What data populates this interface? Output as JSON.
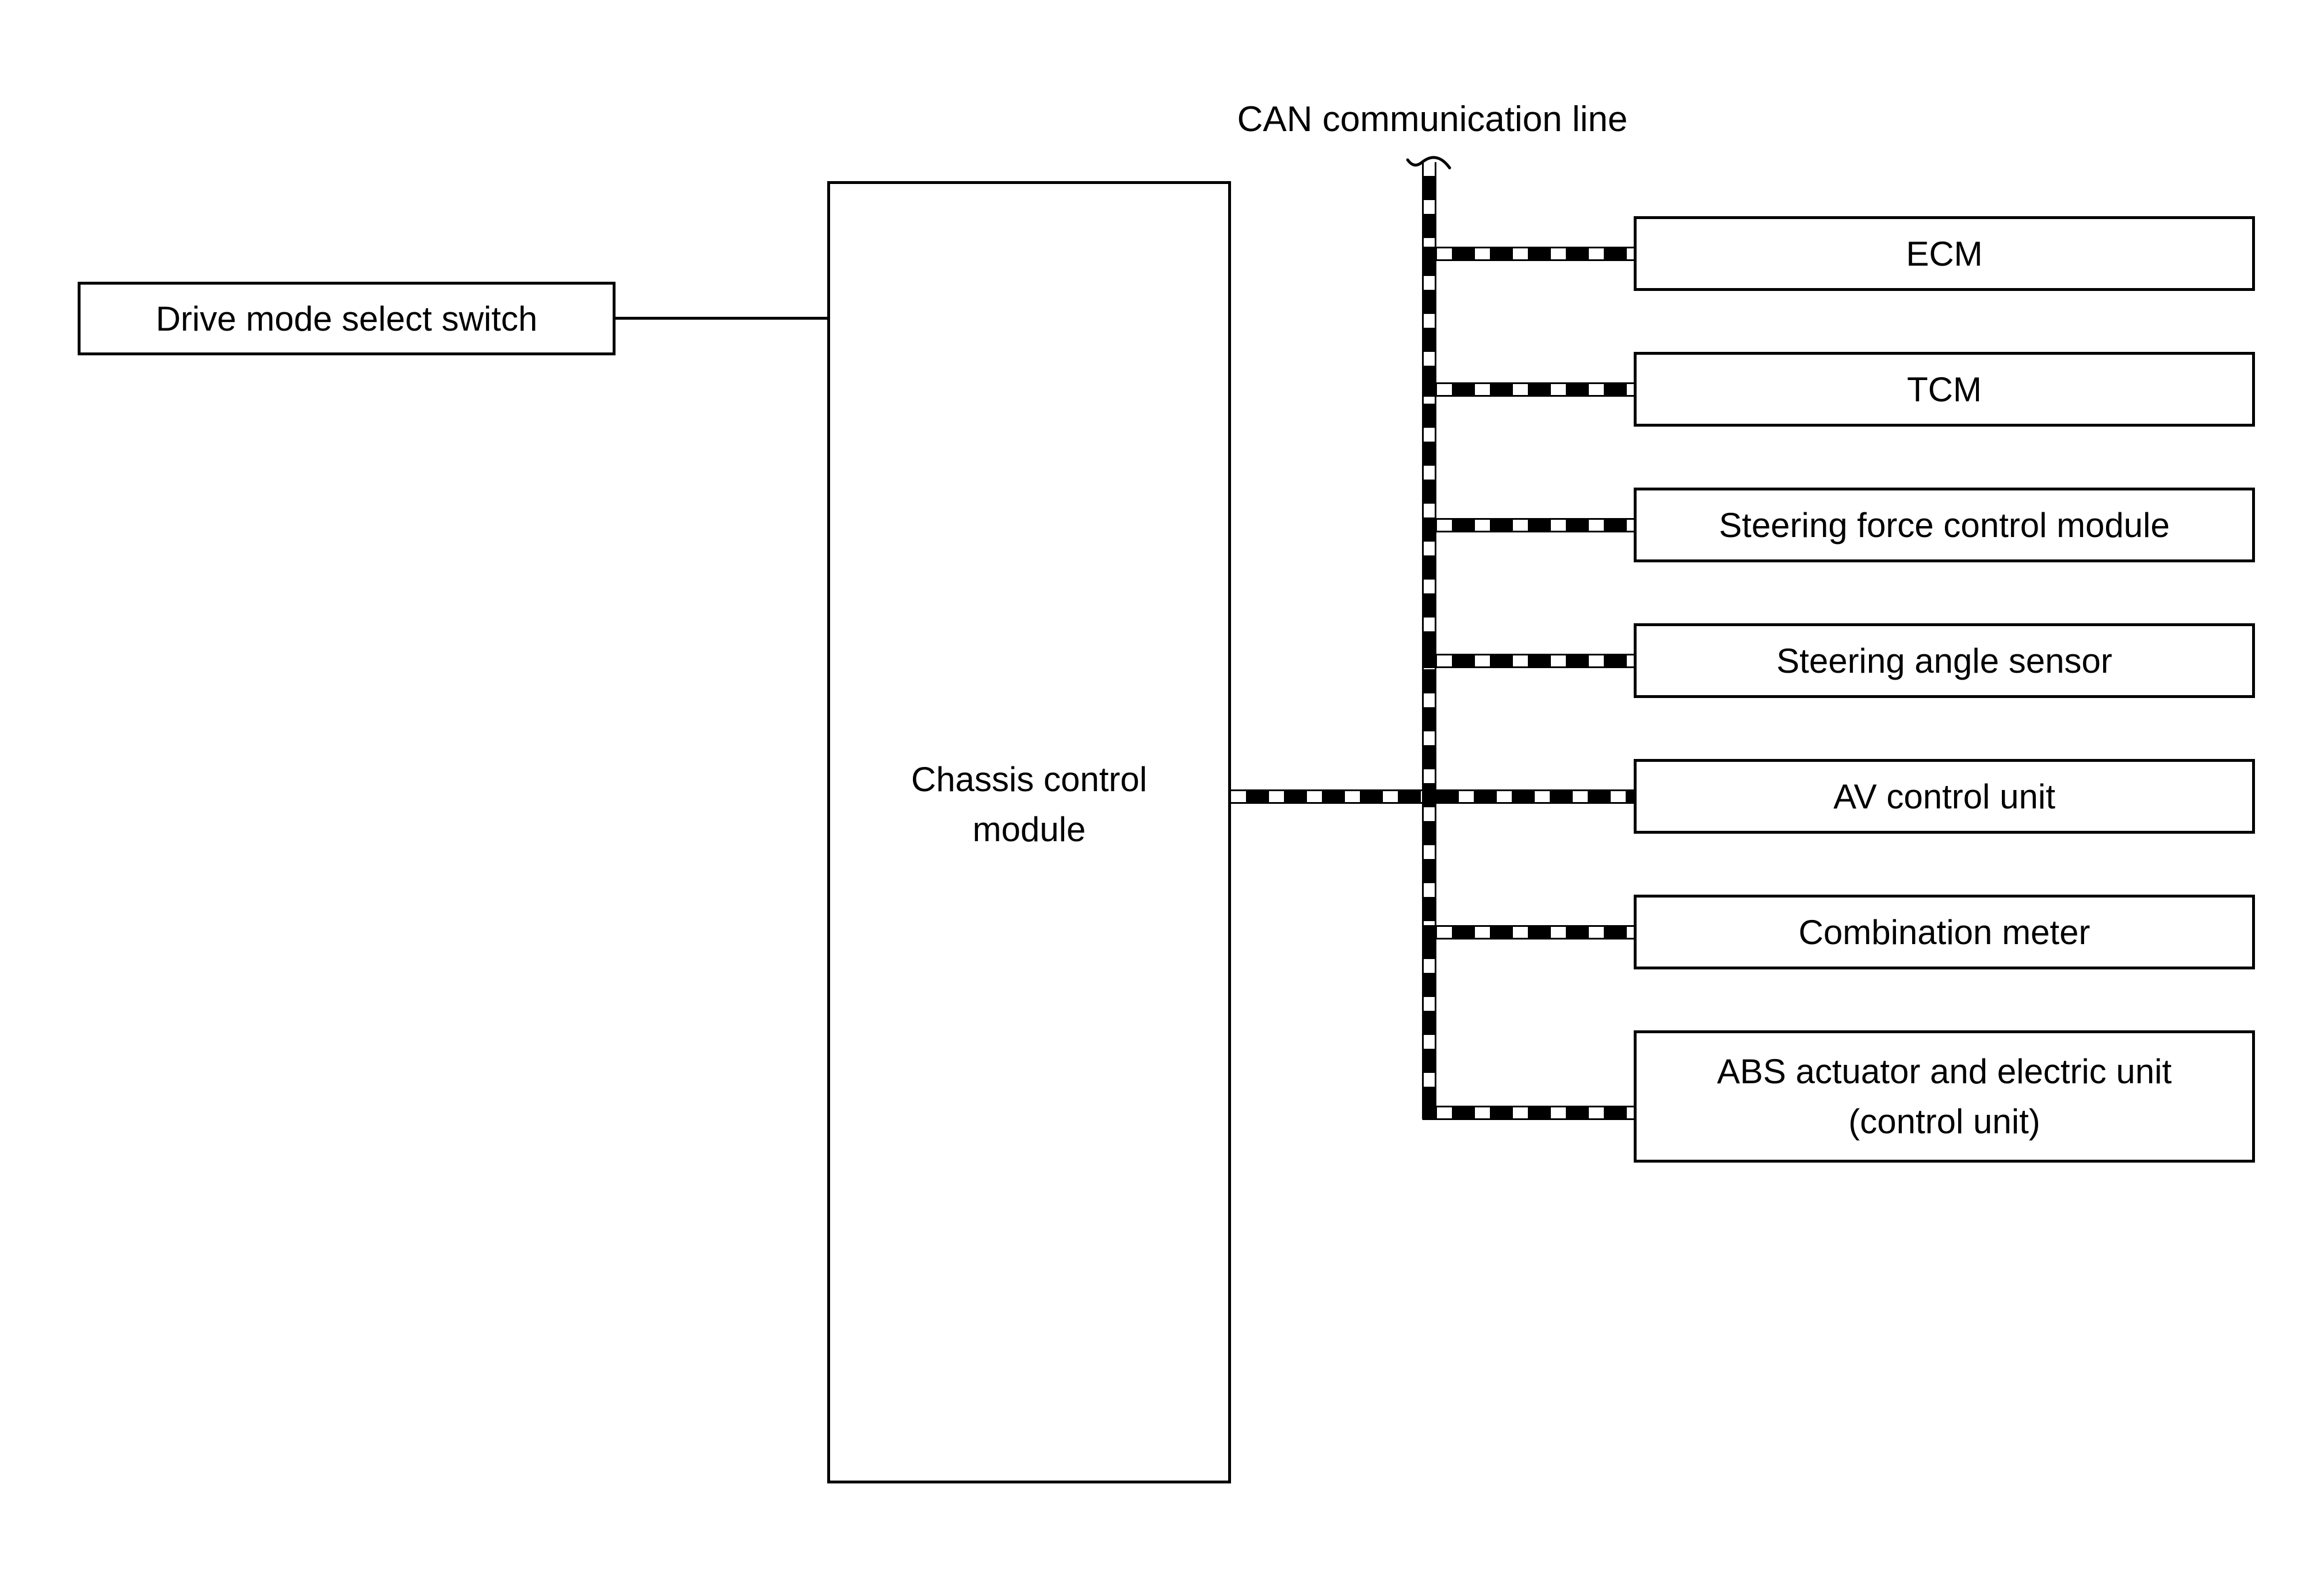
{
  "diagram": {
    "can_bus_label": "CAN communication line",
    "drive_mode_box": {
      "label": "Drive mode select switch"
    },
    "chassis_box": {
      "label": "Chassis control module"
    },
    "nodes": [
      {
        "label": "ECM"
      },
      {
        "label": "TCM"
      },
      {
        "label": "Steering force control module"
      },
      {
        "label": "Steering angle sensor"
      },
      {
        "label": "AV control unit"
      },
      {
        "label": "Combination meter"
      },
      {
        "label": "ABS actuator and electric unit",
        "label2": "(control unit)"
      }
    ],
    "colors": {
      "line": "#000000",
      "background": "#ffffff",
      "box_fill": "#ffffff"
    }
  }
}
